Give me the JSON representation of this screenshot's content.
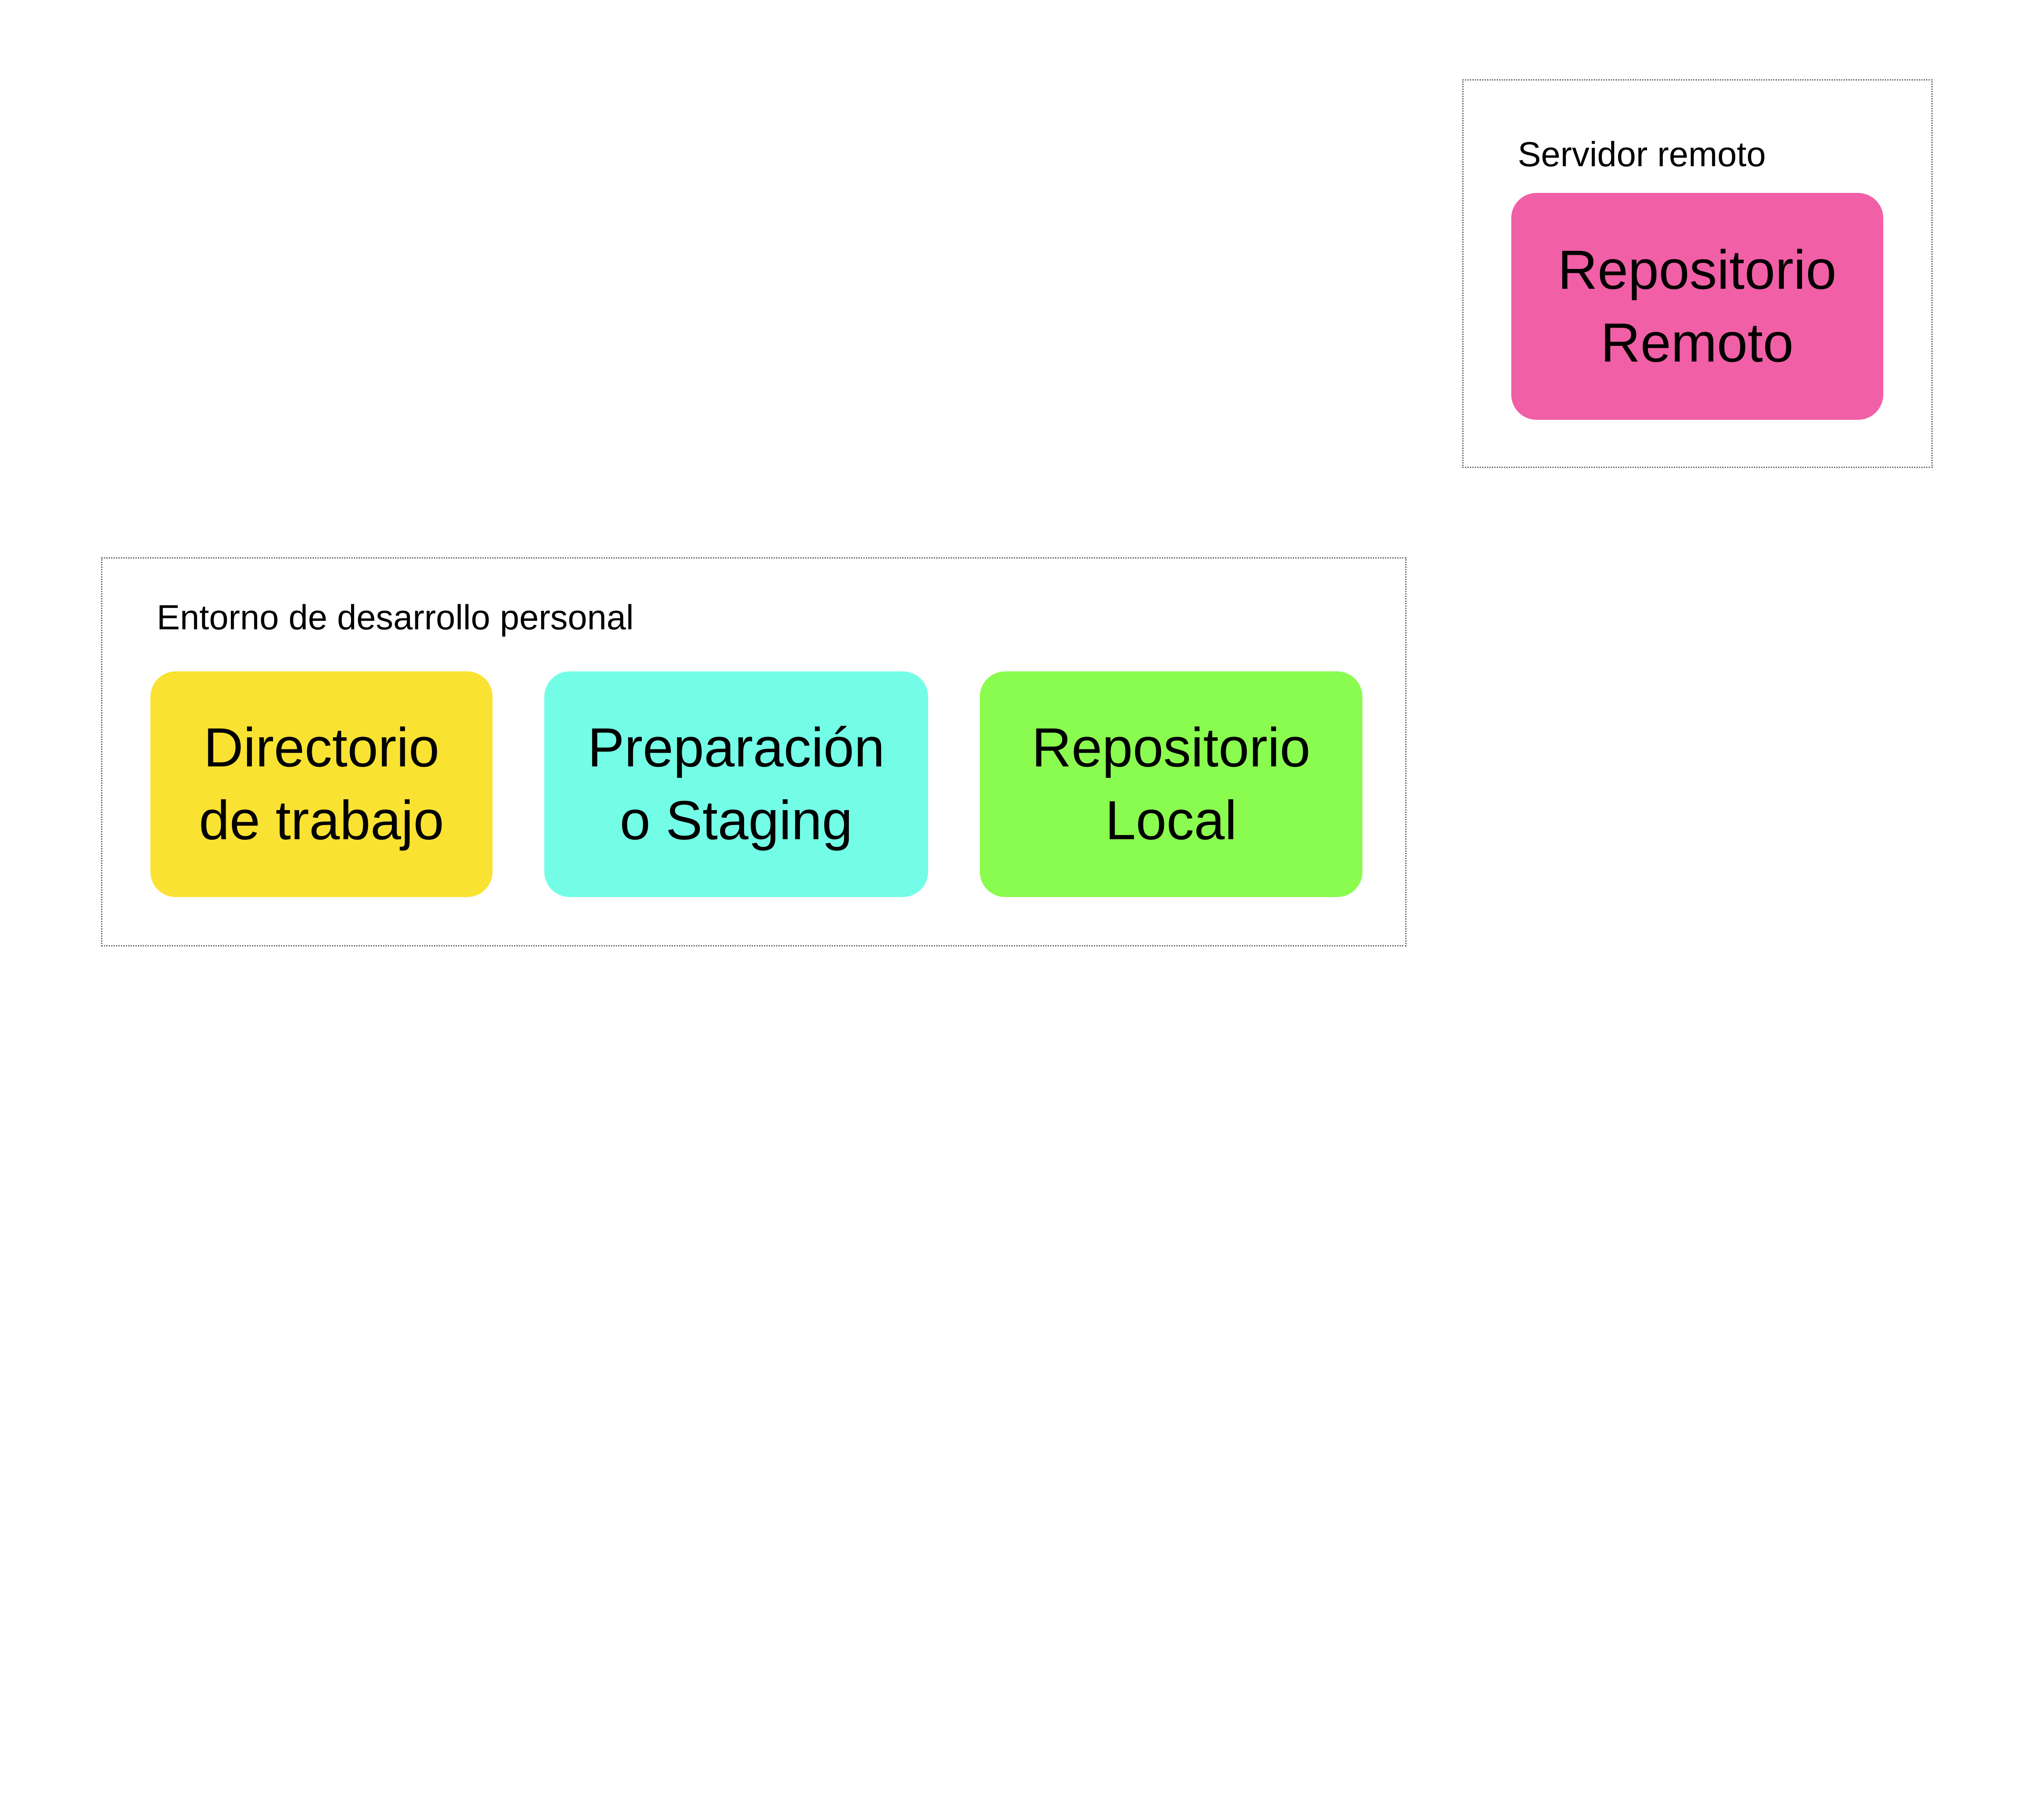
{
  "groups": {
    "remote": {
      "label": "Servidor remoto",
      "node": {
        "line1": "Repositorio",
        "line2": "Remoto",
        "color": "#F15FA6"
      }
    },
    "local": {
      "label": "Entorno de desarrollo personal",
      "nodes": [
        {
          "line1": "Directorio",
          "line2": "de trabajo",
          "color": "#F9E231"
        },
        {
          "line1": "Preparación",
          "line2": "o Staging",
          "color": "#73FDE7"
        },
        {
          "line1": "Repositorio",
          "line2": "Local",
          "color": "#8AFB4F"
        }
      ]
    }
  }
}
